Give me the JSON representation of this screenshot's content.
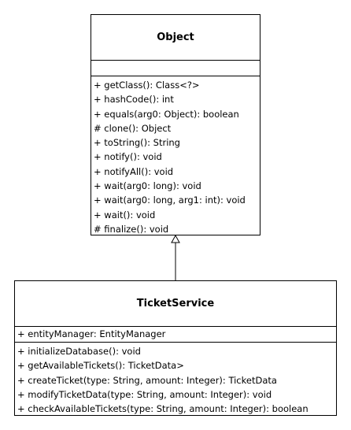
{
  "classes": [
    {
      "name": "Object",
      "attributes": [],
      "operations": [
        "+ getClass(): Class<?>",
        "+ hashCode(): int",
        "+ equals(arg0: Object): boolean",
        "# clone(): Object",
        "+ toString(): String",
        "+ notify(): void",
        "+ notifyAll(): void",
        "+ wait(arg0: long): void",
        "+ wait(arg0: long, arg1: int): void",
        "+ wait(): void",
        "# finalize(): void"
      ]
    },
    {
      "name": "TicketService",
      "attributes": [
        "+ entityManager: EntityManager"
      ],
      "operations": [
        "+ initializeDatabase(): void",
        "+ getAvailableTickets(): TicketData>",
        "+ createTicket(type: String, amount: Integer): TicketData",
        "+ modifyTicketData(type: String, amount: Integer): void",
        "+ checkAvailableTickets(type: String, amount: Integer): boolean"
      ]
    }
  ],
  "relations": [
    {
      "type": "generalization",
      "from": "TicketService",
      "to": "Object"
    }
  ],
  "colors": {
    "stroke": "#000000",
    "fill": "#ffffff"
  }
}
